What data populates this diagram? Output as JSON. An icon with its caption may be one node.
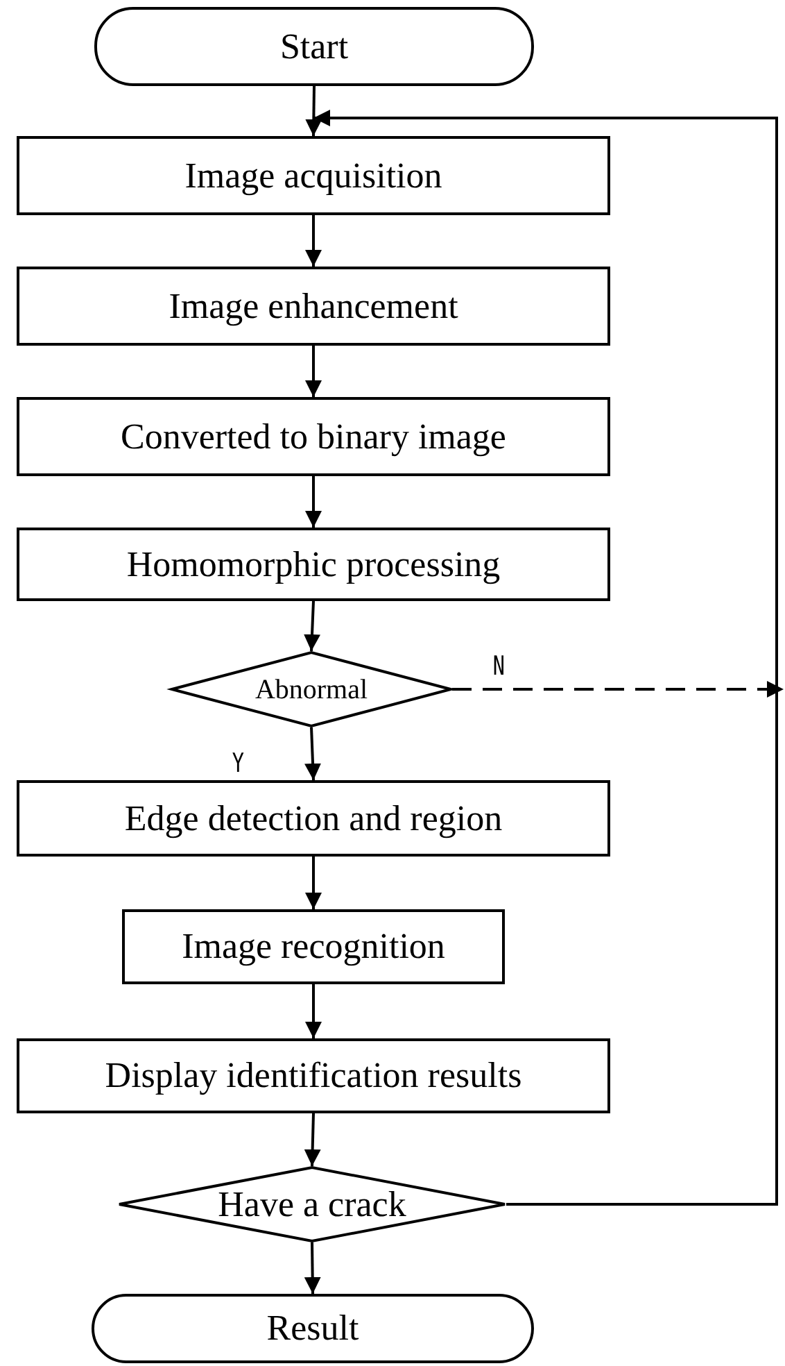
{
  "diagram": {
    "nodes": [
      {
        "text": [
          "Start"
        ]
      },
      {
        "text": [
          "Image acquisition"
        ]
      },
      {
        "text": [
          "Image enhancement"
        ]
      },
      {
        "text": [
          "Converted to binary image"
        ]
      },
      {
        "text": [
          "Homomorphic processing"
        ]
      },
      {
        "text": [
          "Abnormal"
        ]
      },
      {
        "text": [
          "Edge detection and region"
        ]
      },
      {
        "text": [
          "Image recognition"
        ]
      },
      {
        "text": [
          "Display identification results"
        ]
      },
      {
        "text": [
          "Have a crack"
        ]
      },
      {
        "text": [
          "Result"
        ]
      }
    ],
    "edges": [
      {
        "from": 0,
        "to": 1,
        "arrow": "to"
      },
      {
        "from": 1,
        "to": 2,
        "arrow": "to"
      },
      {
        "from": 2,
        "to": 3,
        "arrow": "to"
      },
      {
        "from": 3,
        "to": 4,
        "arrow": "to"
      },
      {
        "from": 4,
        "to": 5,
        "arrow": "to"
      },
      {
        "from": 5,
        "to": 6,
        "label": "Y",
        "arrow": "to"
      },
      {
        "from": 6,
        "to": 7,
        "arrow": "to"
      },
      {
        "from": 7,
        "to": 8,
        "arrow": "to"
      },
      {
        "from": 8,
        "to": 9,
        "arrow": "to"
      },
      {
        "from": 9,
        "to": 10,
        "arrow": "to"
      },
      {
        "from": 5,
        "to": null,
        "label": "N",
        "arrow": "to",
        "style": "dashed"
      },
      {
        "from": 9,
        "to": 1,
        "arrow": "to"
      }
    ]
  }
}
